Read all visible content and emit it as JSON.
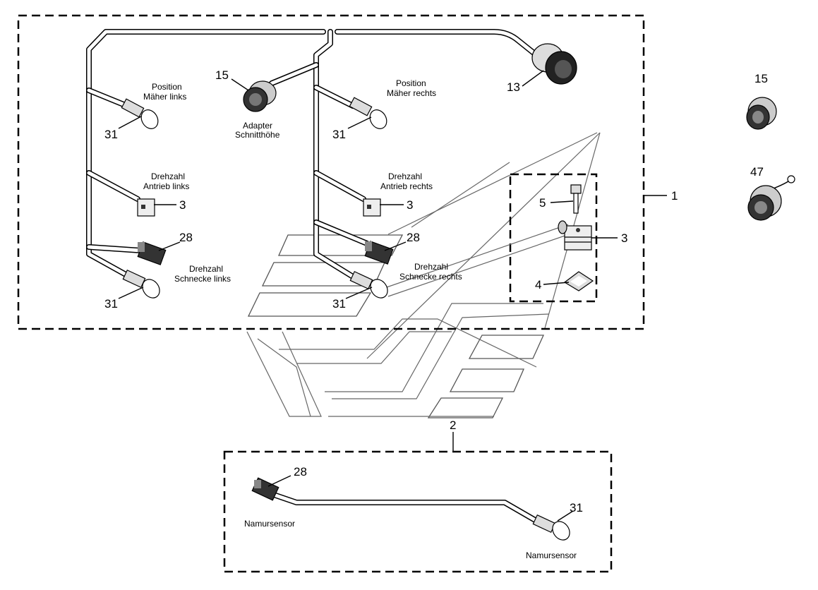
{
  "callouts": {
    "c1": "1",
    "c2": "2",
    "c3a": "3",
    "c3b": "3",
    "c3c": "3",
    "c4": "4",
    "c5": "5",
    "c13": "13",
    "c15a": "15",
    "c15b": "15",
    "c28a": "28",
    "c28b": "28",
    "c28c": "28",
    "c31a": "31",
    "c31b": "31",
    "c31c": "31",
    "c31d": "31",
    "c31e": "31",
    "c47": "47"
  },
  "labels": {
    "pos_left_1": "Position",
    "pos_left_2": "Mäher links",
    "pos_right_1": "Position",
    "pos_right_2": "Mäher rechts",
    "adapter_1": "Adapter",
    "adapter_2": "Schnitthöhe",
    "rpm_drive_left_1": "Drehzahl",
    "rpm_drive_left_2": "Antrieb links",
    "rpm_drive_right_1": "Drehzahl",
    "rpm_drive_right_2": "Antrieb rechts",
    "rpm_auger_left_1": "Drehzahl",
    "rpm_auger_left_2": "Schnecke links",
    "rpm_auger_right_1": "Drehzahl",
    "rpm_auger_right_2": "Schnecke rechts",
    "namur_left": "Namursensor",
    "namur_right": "Namursensor"
  }
}
